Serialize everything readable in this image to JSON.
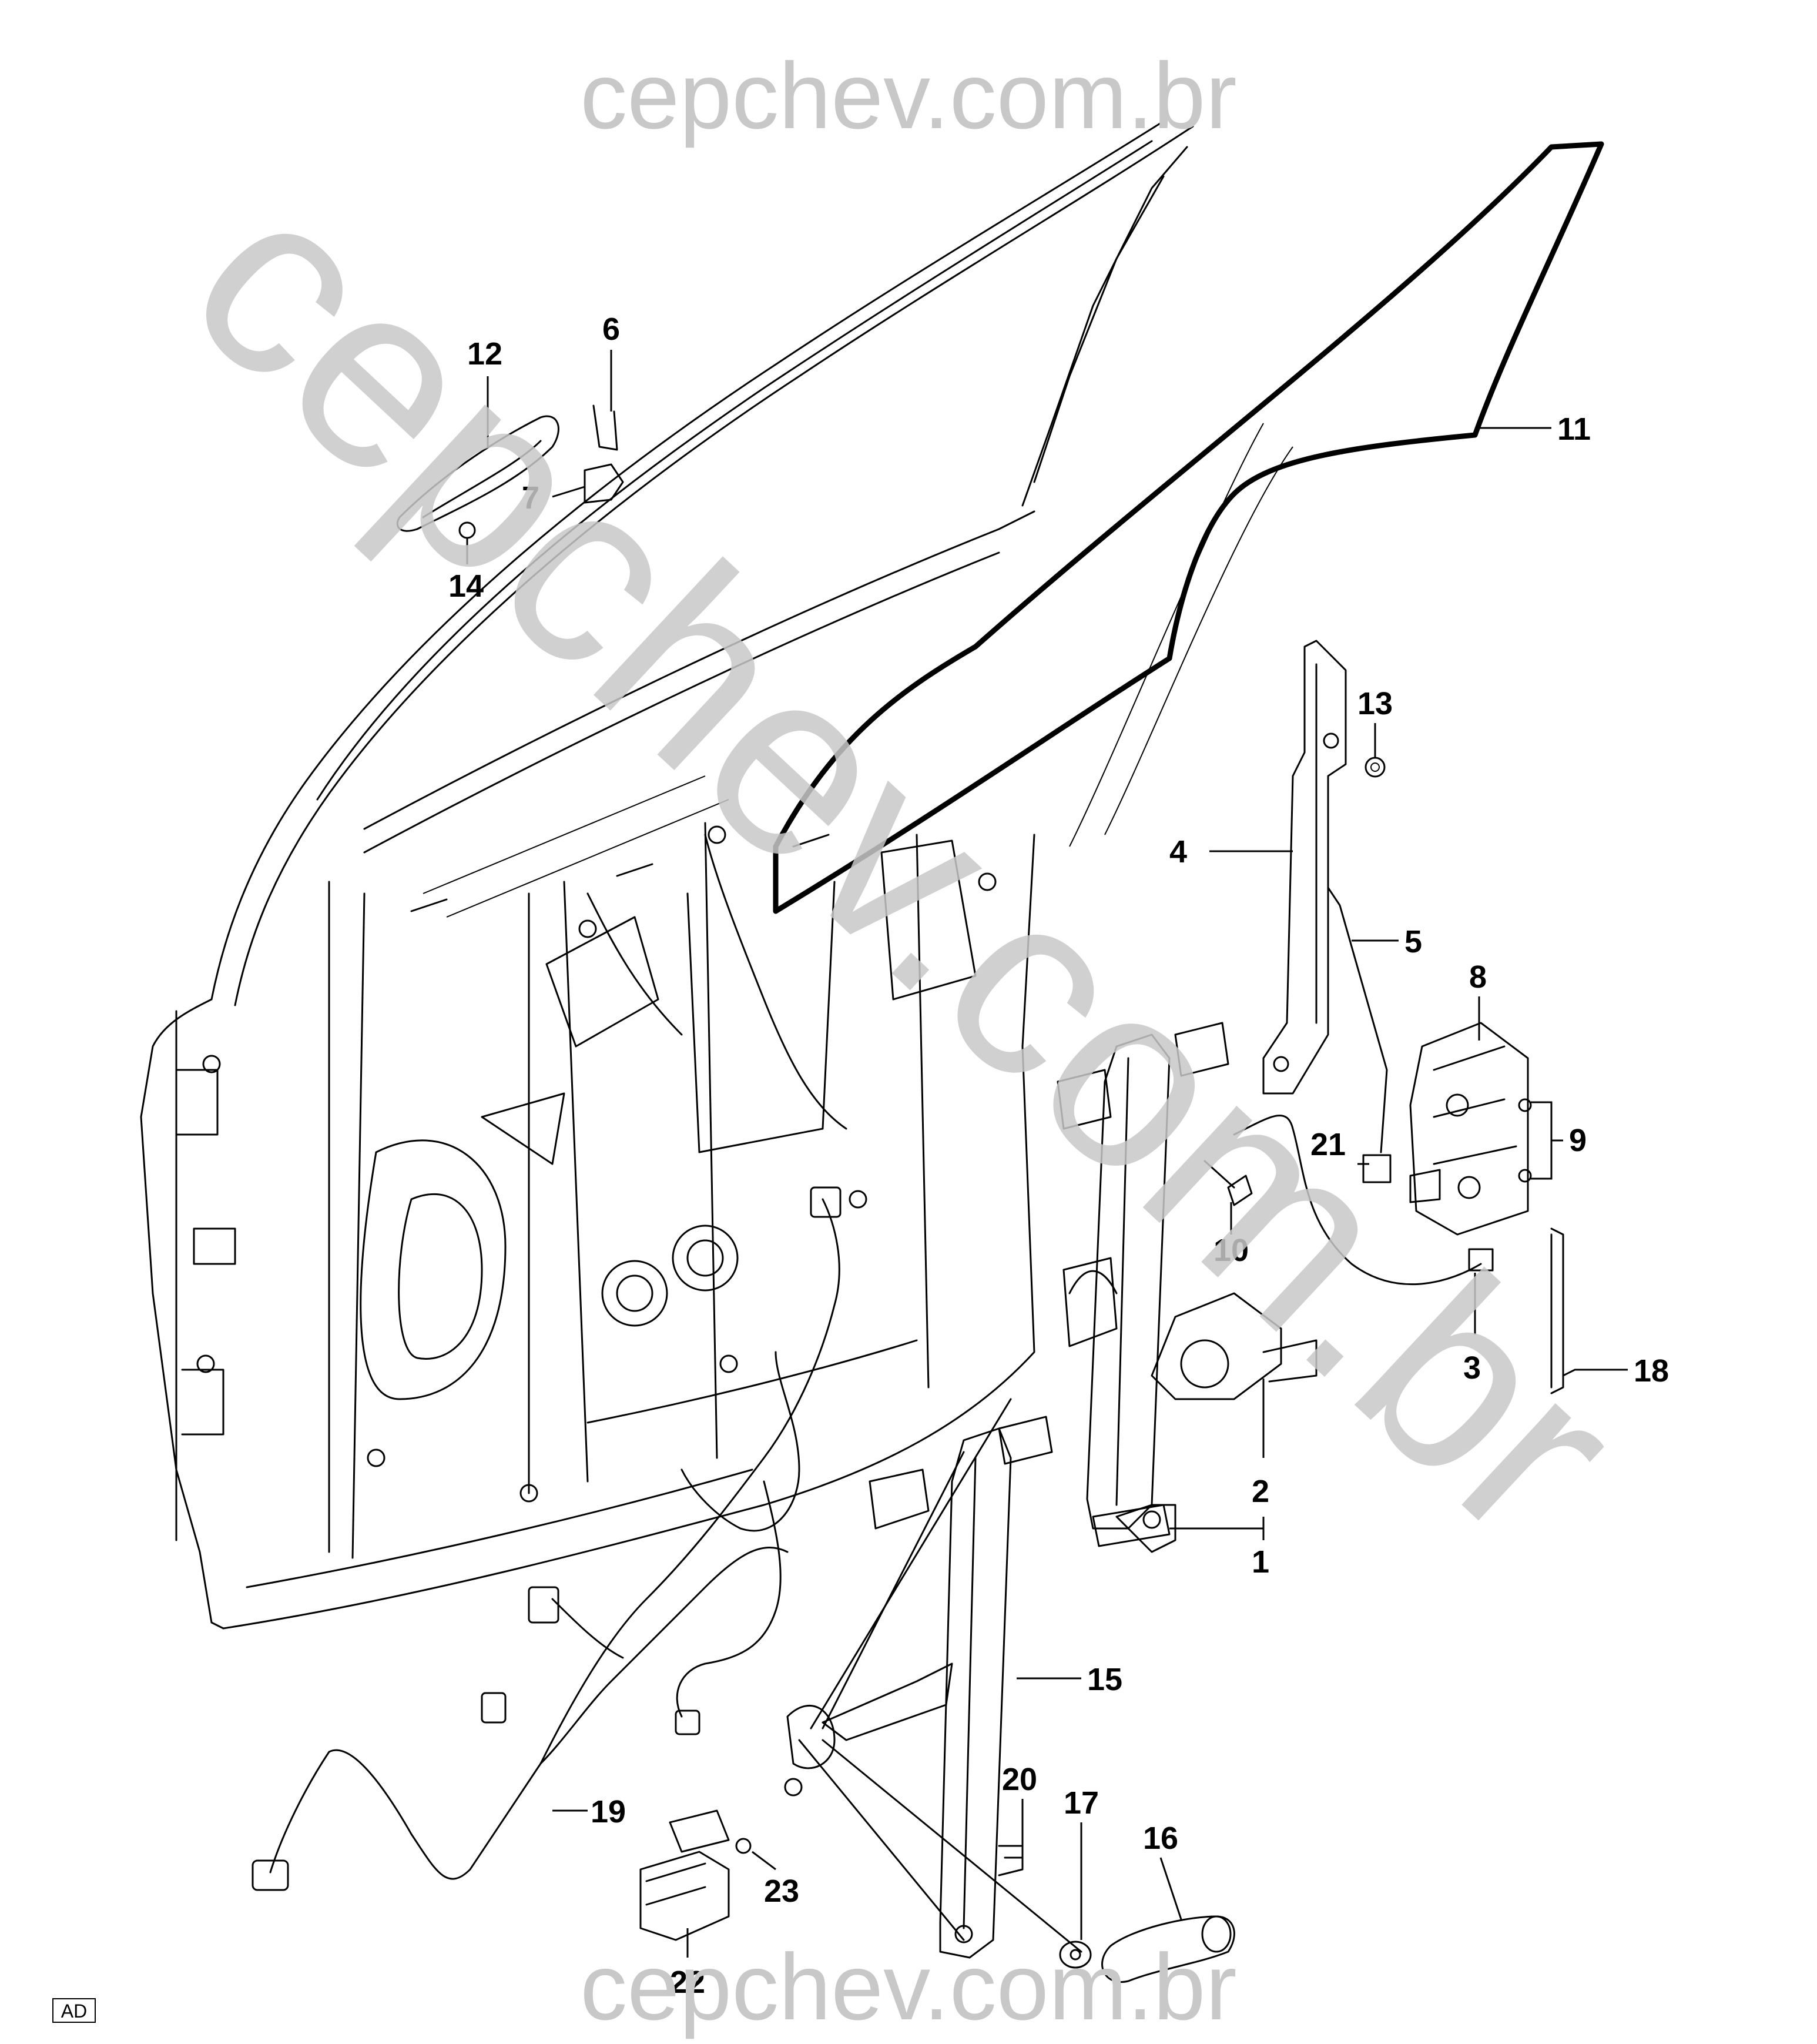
{
  "watermarks": {
    "top": "cepchev.com.br",
    "diagonal": "cepchev.com.br",
    "bottom": "cepchev.com.br"
  },
  "footer": {
    "tag": "AD"
  },
  "callouts": {
    "c1": "1",
    "c2": "2",
    "c3": "3",
    "c4": "4",
    "c5": "5",
    "c6": "6",
    "c7": "7",
    "c8": "8",
    "c9": "9",
    "c10": "10",
    "c11": "11",
    "c12": "12",
    "c13": "13",
    "c14": "14",
    "c15": "15",
    "c16": "16",
    "c17": "17",
    "c18": "18",
    "c19": "19",
    "c20": "20",
    "c21": "21",
    "c22": "22",
    "c23": "23"
  }
}
